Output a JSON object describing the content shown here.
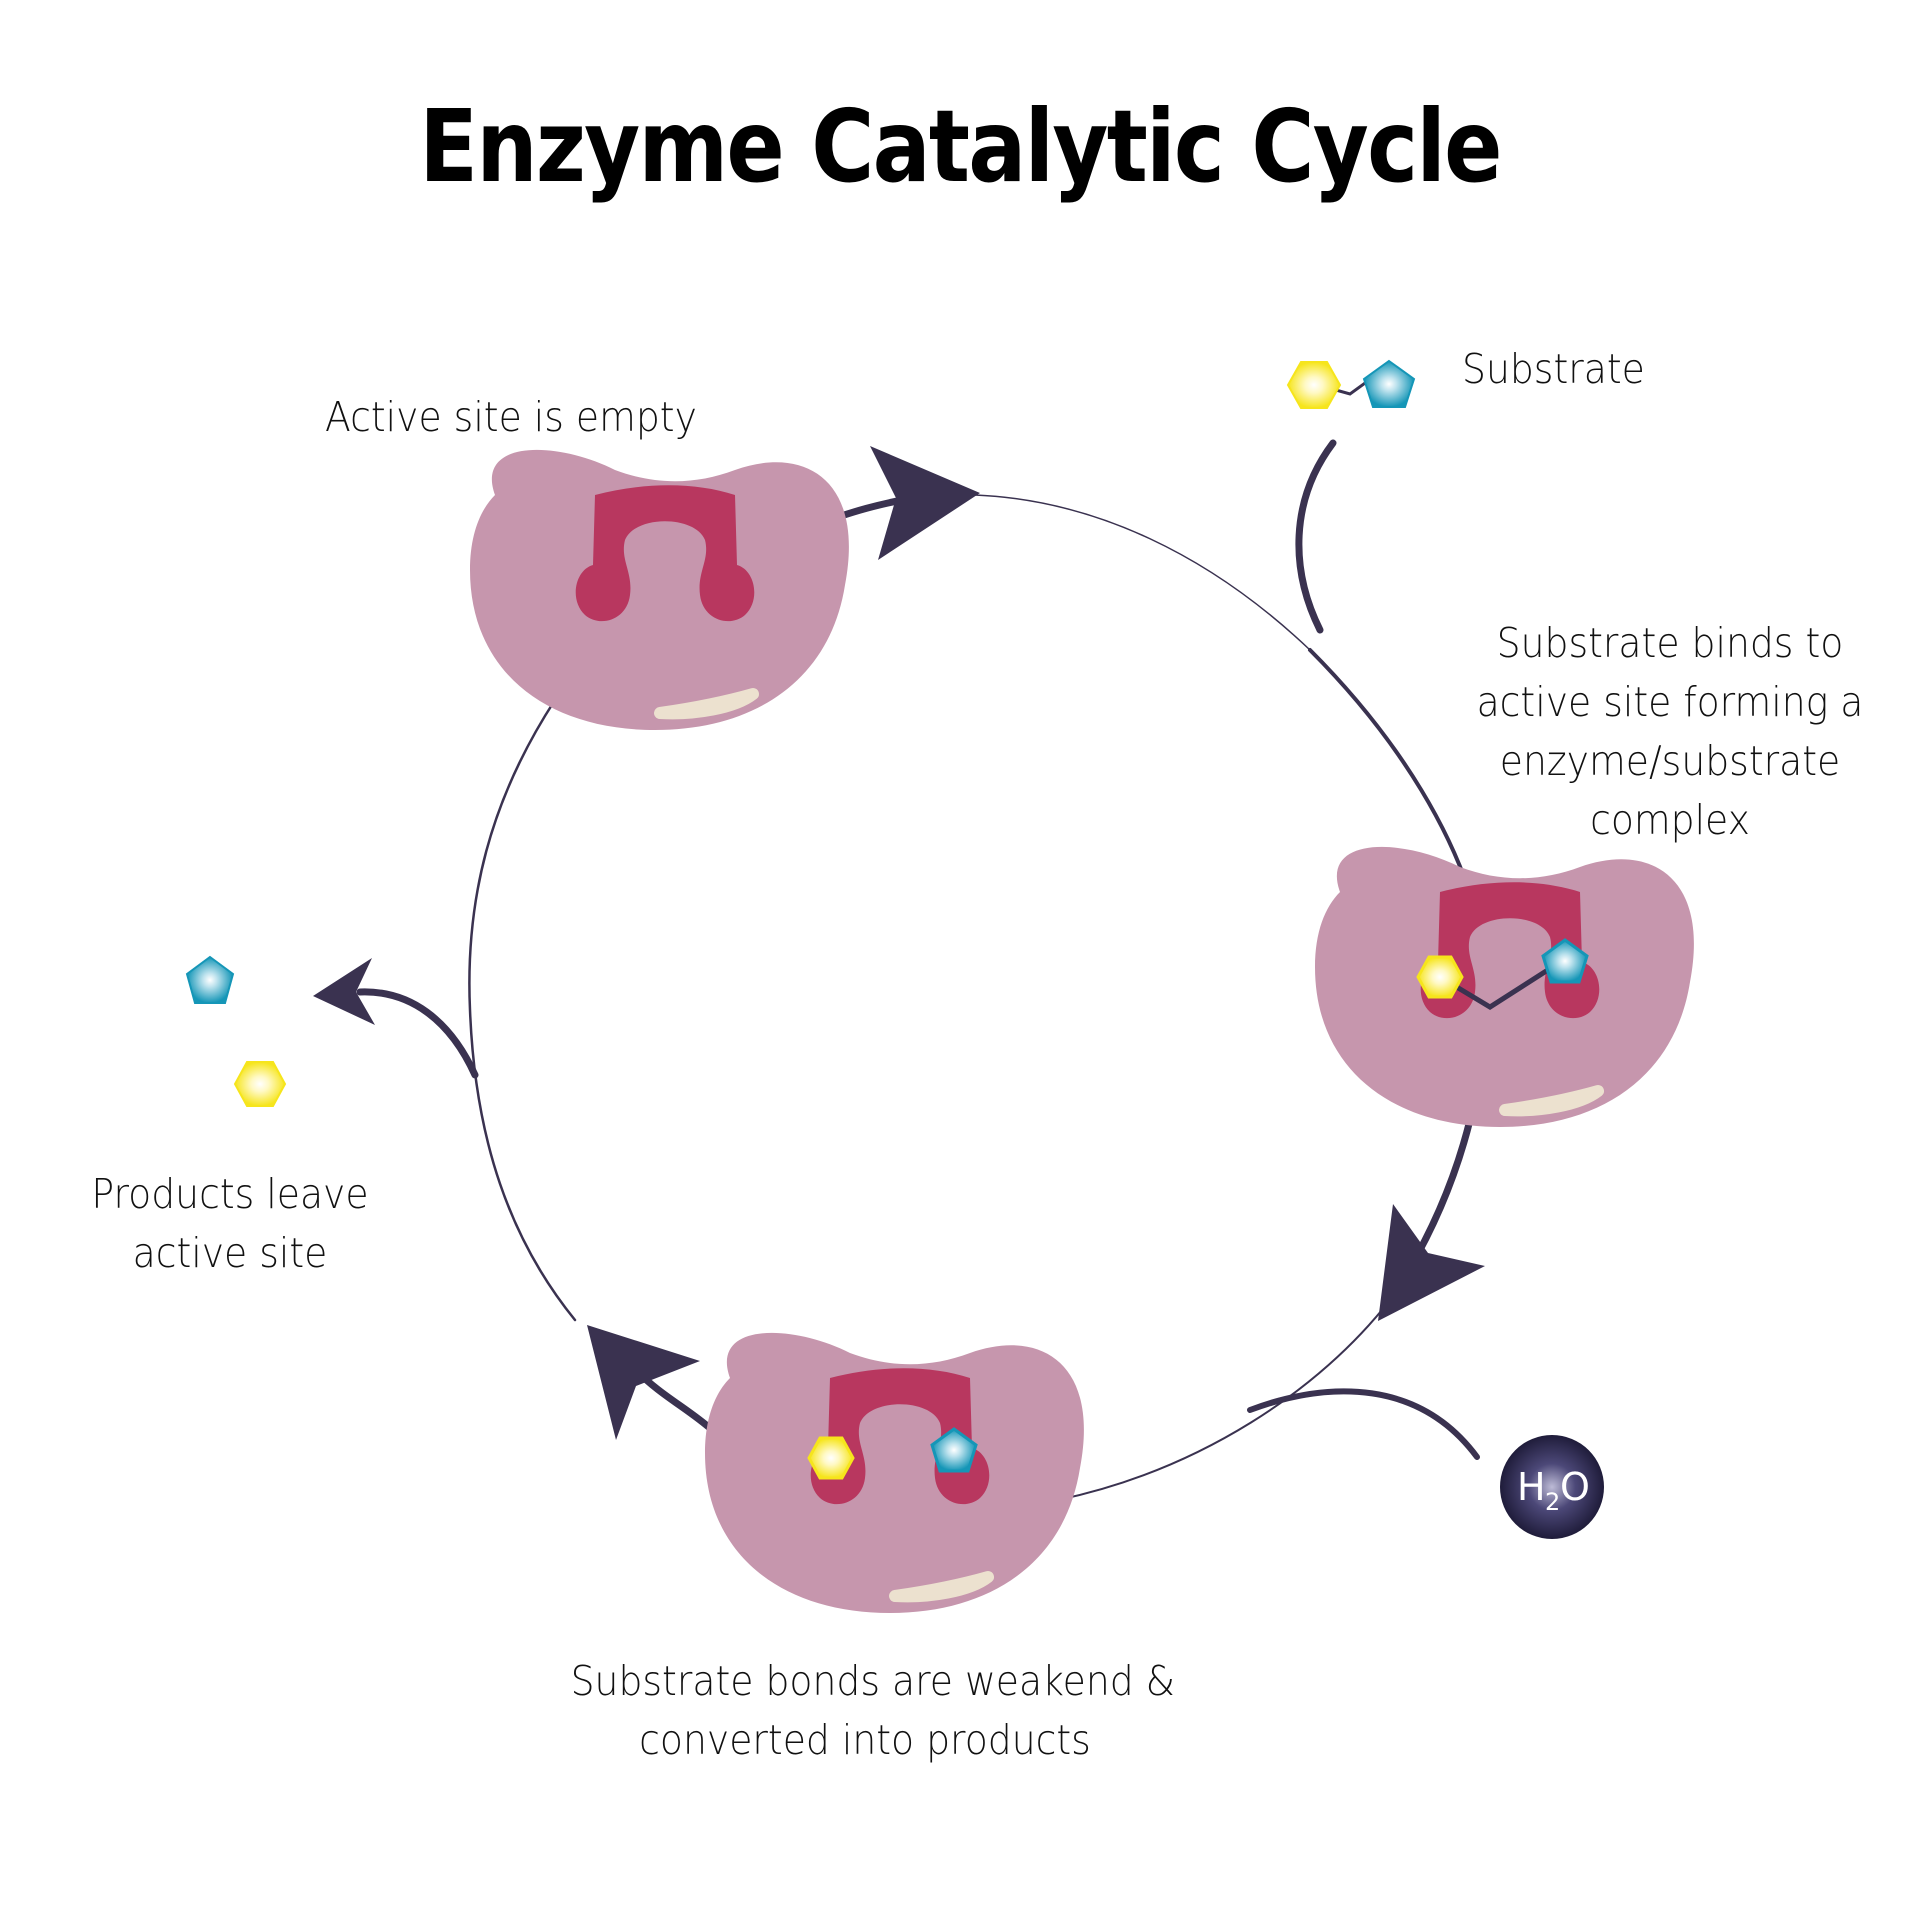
{
  "title": "Enzyme Catalytic Cycle",
  "labels": {
    "active_site_empty": "Active site is empty",
    "substrate": "Substrate",
    "substrate_binds": [
      "Substrate binds to",
      "active site forming a",
      "enzyme/substrate",
      "complex"
    ],
    "bonds_weakened": [
      "Substrate bonds are weakend &",
      "converted into products"
    ],
    "products_leave": [
      "Products leave",
      "active site"
    ],
    "water": "H2O"
  },
  "colors": {
    "enzyme_body": "#c696ad",
    "active_site": "#b8375f",
    "highlight": "#ece1cf",
    "arrow": "#3a3250",
    "hexagon": "#f6e51c",
    "pentagon": "#1596b7",
    "water": "#2b2848"
  }
}
